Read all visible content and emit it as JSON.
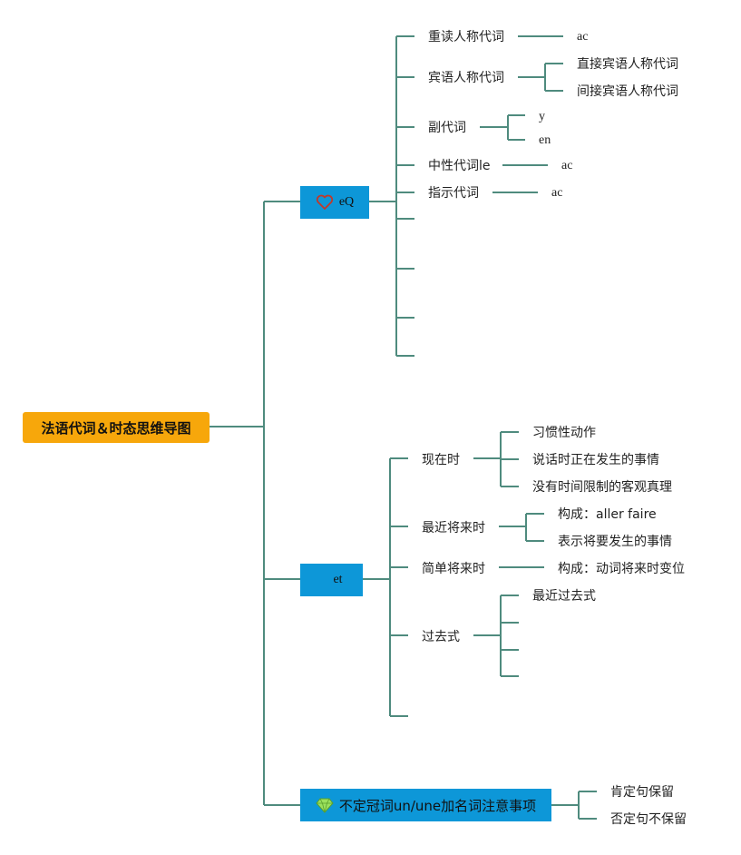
{
  "root": {
    "label": "法语代词＆时态思维导图"
  },
  "branch1": {
    "label": "eQ",
    "icon": "heart-icon",
    "children": [
      {
        "label": "重读人称代词",
        "sub": [
          "ac"
        ]
      },
      {
        "label": "宾语人称代词",
        "sub": [
          "直接宾语人称代词",
          "间接宾语人称代词"
        ]
      },
      {
        "label": "副代词",
        "sub": [
          "y",
          "en"
        ]
      },
      {
        "label": "中性代词le",
        "sub": [
          "ac"
        ]
      },
      {
        "label": "指示代词",
        "sub": [
          "ac"
        ]
      }
    ]
  },
  "branch2": {
    "label": "et",
    "children": [
      {
        "label": "现在时",
        "sub": [
          "习惯性动作",
          "说话时正在发生的事情",
          "没有时间限制的客观真理"
        ]
      },
      {
        "label": "最近将来时",
        "sub": [
          "构成：aller faire",
          "表示将要发生的事情"
        ]
      },
      {
        "label": "简单将来时",
        "sub": [
          "构成：动词将来时变位"
        ]
      },
      {
        "label": "过去式",
        "sub": [
          "最近过去式"
        ]
      }
    ]
  },
  "branch3": {
    "label": "不定冠词un/une加名词注意事项",
    "icon": "diamond-icon",
    "children": [
      "肯定句保留",
      "否定句不保留"
    ]
  },
  "colors": {
    "line": "#4f8b7e",
    "root": "#f7a70b",
    "branch": "#0d97d8",
    "heart": "#c0392b",
    "diamond": "#7ed321"
  }
}
